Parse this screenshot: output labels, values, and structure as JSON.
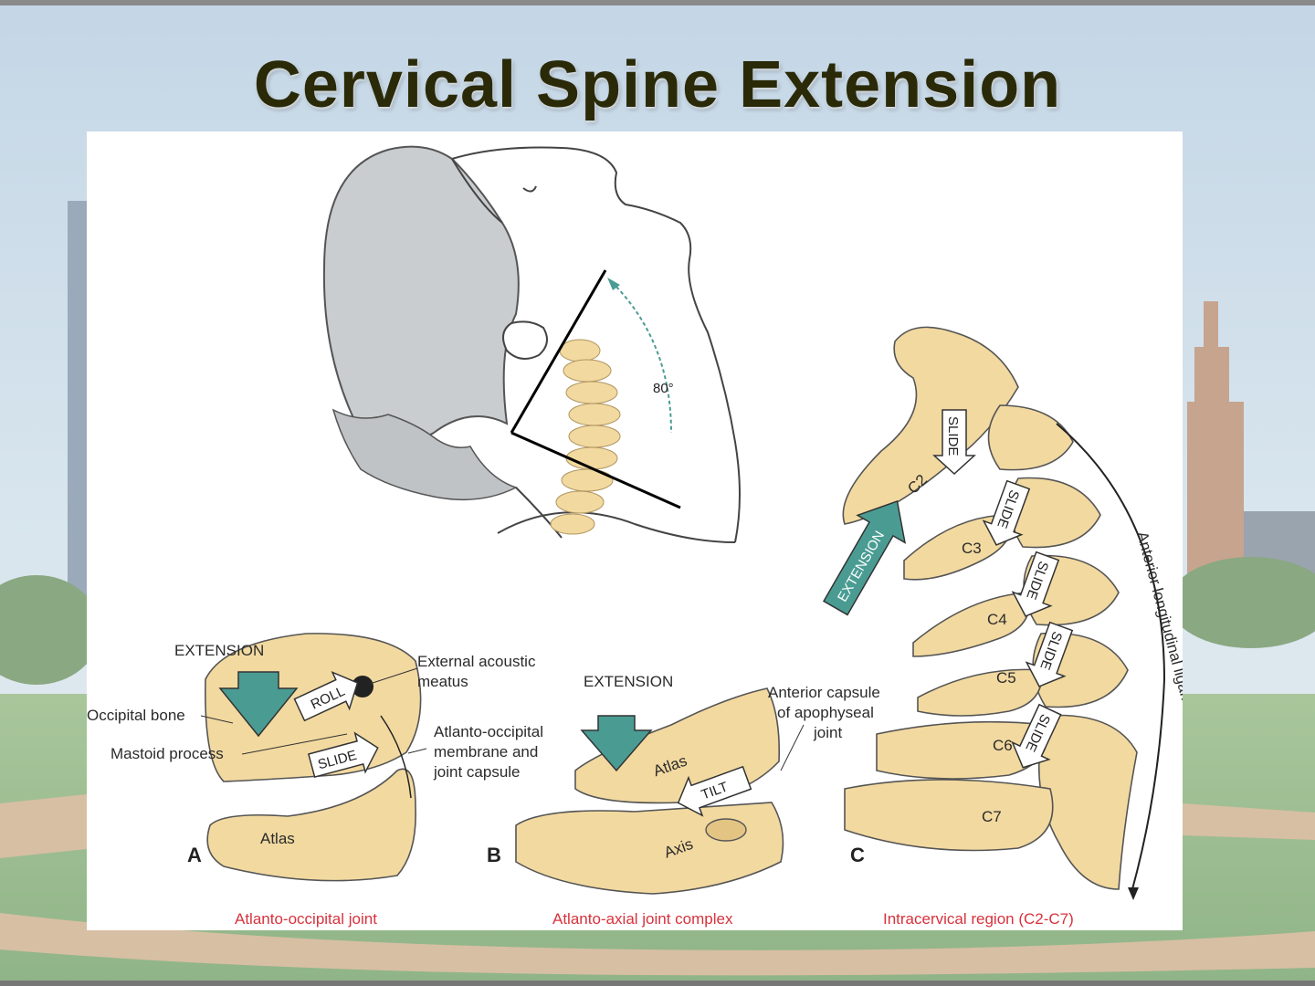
{
  "slide": {
    "title": "Cervical Spine Extension"
  },
  "figure": {
    "angle_label": "80°",
    "panel_a": {
      "letter": "A",
      "caption": "Atlanto-occipital joint",
      "extension": "EXTENSION",
      "occipital_bone": "Occipital bone",
      "mastoid_process": "Mastoid process",
      "acoustic_line1": "External acoustic",
      "acoustic_line2": "meatus",
      "membrane_line1": "Atlanto-occipital",
      "membrane_line2": "membrane and",
      "membrane_line3": "joint capsule",
      "roll": "ROLL",
      "slide": "SLIDE",
      "atlas": "Atlas"
    },
    "panel_b": {
      "letter": "B",
      "caption": "Atlanto-axial joint complex",
      "extension": "EXTENSION",
      "capsule_line1": "Anterior capsule",
      "capsule_line2": "of apophyseal",
      "capsule_line3": "joint",
      "atlas": "Atlas",
      "axis": "Axis",
      "tilt": "TILT"
    },
    "panel_c": {
      "letter": "C",
      "caption": "Intracervical region (C2-C7)",
      "extension": "EXTENSION",
      "ligament": "Anterior longitudinal ligament",
      "vertebrae": [
        "C2",
        "C3",
        "C4",
        "C5",
        "C6",
        "C7"
      ],
      "slide_labels": [
        "SLIDE",
        "SLIDE",
        "SLIDE",
        "SLIDE",
        "SLIDE"
      ]
    }
  },
  "colors": {
    "bone": "#f2d9a0",
    "teal_arrow": "#4a9c93",
    "caption_red": "#d8323c",
    "title": "#2a2a08"
  }
}
